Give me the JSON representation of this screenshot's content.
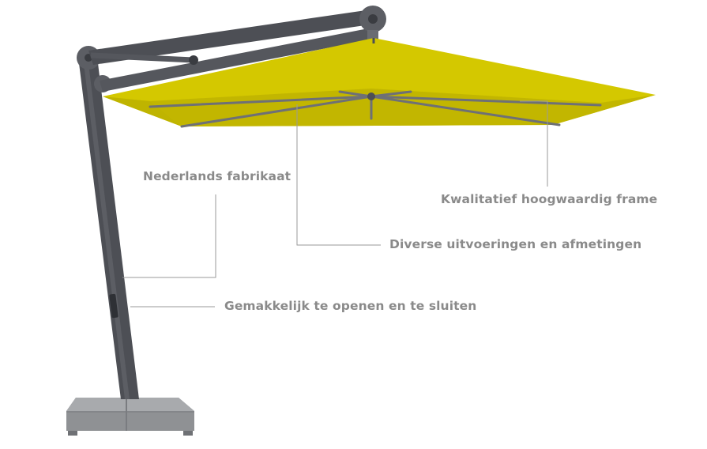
{
  "product": "parasol",
  "colors": {
    "canopy": "#d4c800",
    "canopy_shadow": "#bfb400",
    "frame": "#4d4f55",
    "base": "#8f9194",
    "callout_line": "#9a9a9a",
    "label_text": "#8a8a8a"
  },
  "features": {
    "made_in_nl": "Nederlands fabrikaat",
    "quality_frame": "Kwalitatief hoogwaardig frame",
    "variants": "Diverse uitvoeringen en afmetingen",
    "easy_open": "Gemakkelijk te openen en te sluiten"
  }
}
